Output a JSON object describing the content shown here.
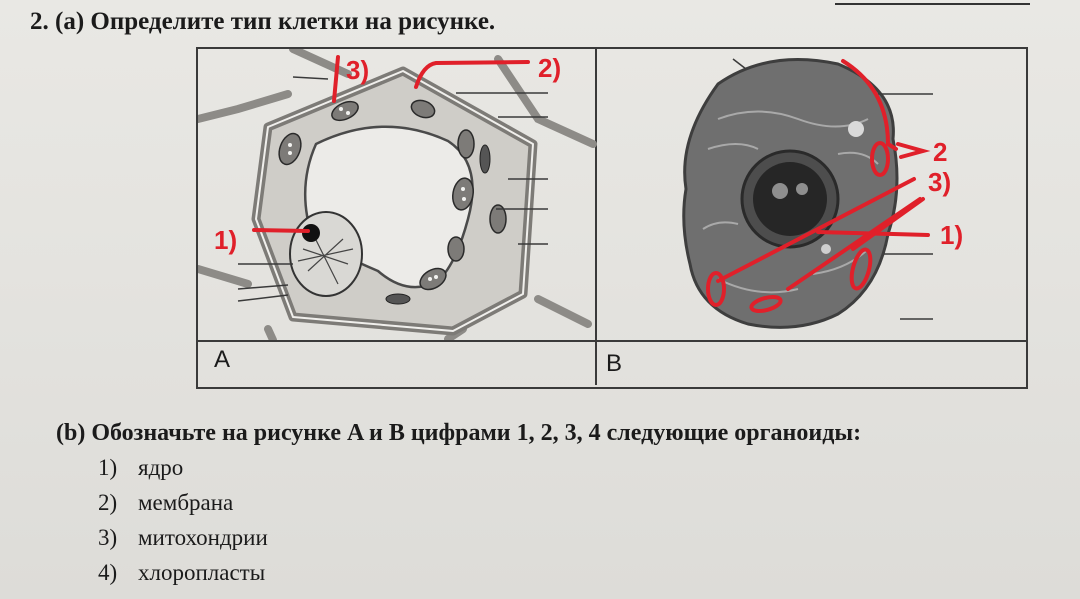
{
  "question": {
    "title": "2. (a) Определите тип клетки на рисунке.",
    "part_b": "(b) Обозначьте на рисунке A и B цифрами 1, 2, 3, 4 следующие органоиды:",
    "items": [
      {
        "num": "1)",
        "text": "ядро"
      },
      {
        "num": "2)",
        "text": "мембрана"
      },
      {
        "num": "3)",
        "text": "митохондрии"
      },
      {
        "num": "4)",
        "text": "хлоропласты"
      }
    ]
  },
  "figure": {
    "label_a": "A",
    "label_b": "B"
  },
  "annotations": {
    "a_mark_1": "1)",
    "a_mark_2": "2)",
    "a_mark_3": "3)",
    "b_mark_1": "1)",
    "b_mark_2": "2",
    "b_mark_3": "3)"
  },
  "colors": {
    "ink_red": "#e0202a",
    "cell_a_cytoplasm": "#cfcdc8",
    "cell_b_body": "#6f6f6f"
  }
}
